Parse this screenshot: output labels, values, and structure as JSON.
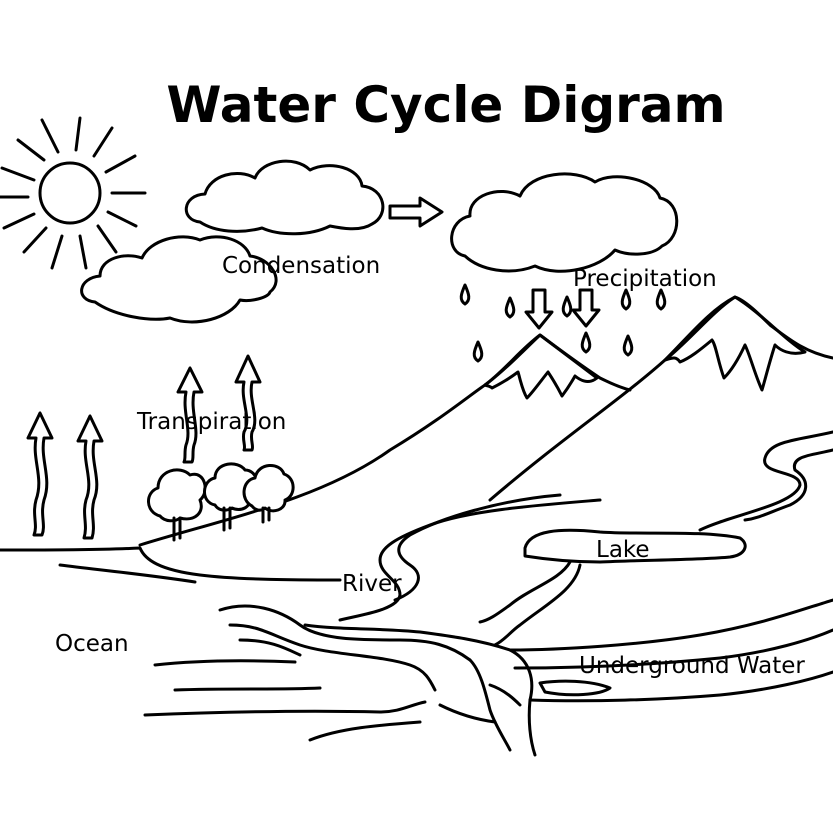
{
  "title": "Water Cycle Digram",
  "labels": {
    "condensation": "Condensation",
    "precipitation": "Precipitation",
    "transpiration": "Transpiration",
    "lake": "Lake",
    "river": "River",
    "ocean": "Ocean",
    "underground_water": "Underground Water"
  },
  "colors": {
    "line": "#000000",
    "background": "#ffffff"
  },
  "icons": [
    "sun-icon",
    "cloud-icon",
    "arrow-icon",
    "raindrop-icon",
    "tree-icon",
    "mountain-icon"
  ]
}
